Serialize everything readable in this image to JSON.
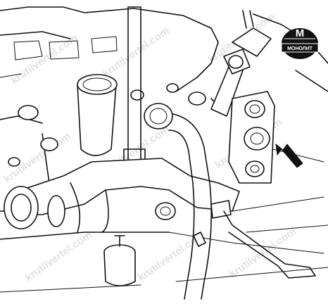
{
  "logo": {
    "letter": "M",
    "text": "МОНОЛИТ"
  },
  "watermark": {
    "text": "krutilvertel.com"
  },
  "colors": {
    "line": "#111111",
    "background": "#ffffff",
    "logo": "#111111",
    "watermark": "#c9c9c9"
  }
}
